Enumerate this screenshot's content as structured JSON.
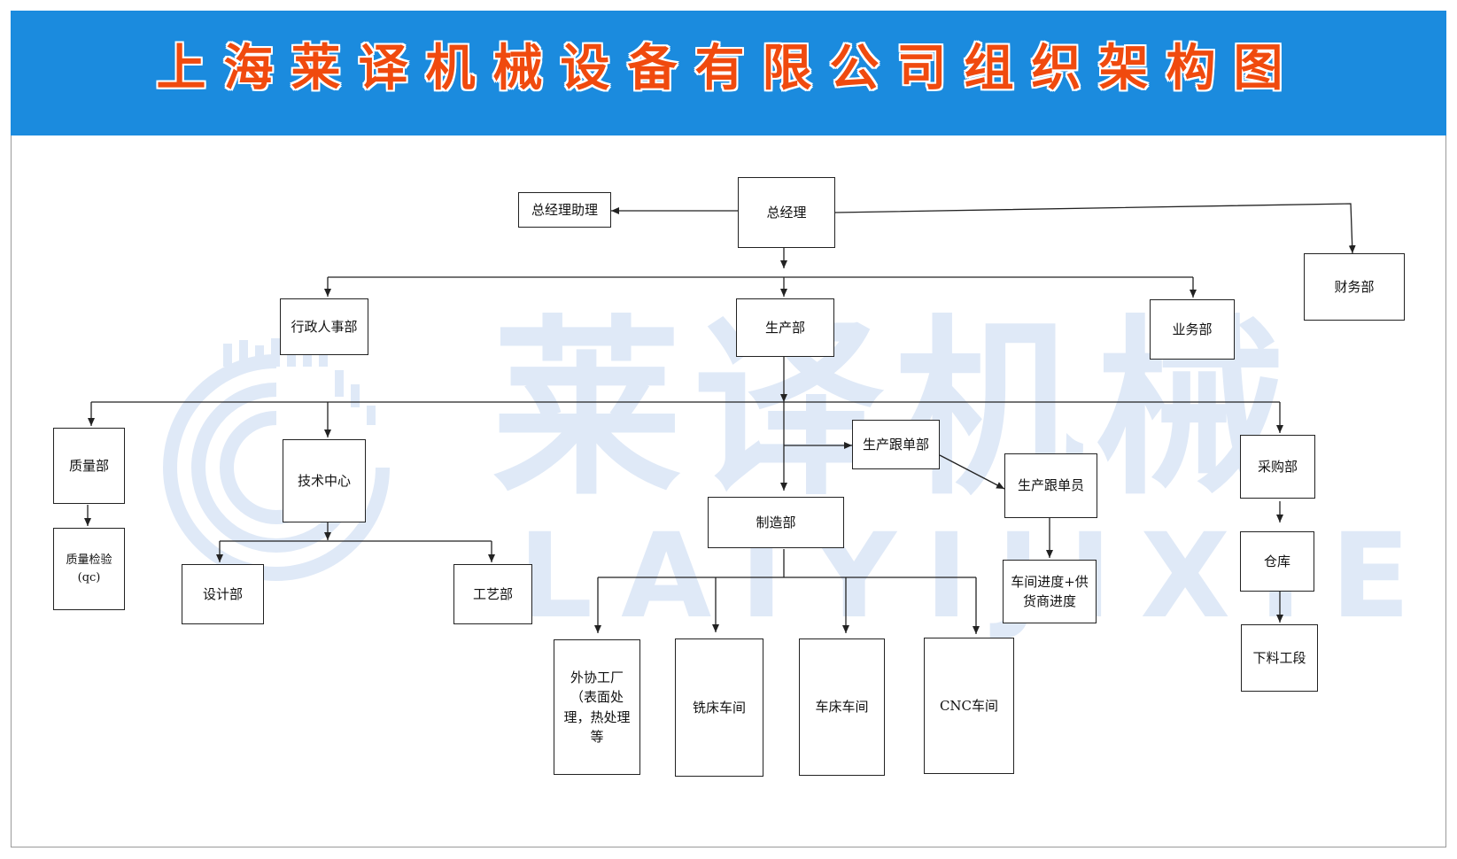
{
  "title": "上海莱译机械设备有限公司组织架构图",
  "watermark": {
    "name": "莱译机械",
    "pinyin": "LAIYIJIXIE"
  },
  "colors": {
    "banner": "#1b8bde",
    "title": "#f04a0e",
    "watermark": "#dfe9f7",
    "line": "#222222"
  },
  "nodes": {
    "gm": "总经理",
    "gm_assistant": "总经理助理",
    "finance": "财务部",
    "admin_hr": "行政人事部",
    "production": "生产部",
    "sales": "业务部",
    "quality": "质量部",
    "qc": "质量检验(qc)",
    "tech_center": "技术中心",
    "design": "设计部",
    "process": "工艺部",
    "prod_tracking": "生产跟单部",
    "prod_tracker": "生产跟单员",
    "progress": "车间进度+供货商进度",
    "manufacturing": "制造部",
    "outsource": "外协工厂（表面处理，热处理等",
    "milling": "铣床车间",
    "lathe": "车床车间",
    "cnc": "CNC车间",
    "purchasing": "采购部",
    "warehouse": "仓库",
    "cutting": "下料工段"
  }
}
